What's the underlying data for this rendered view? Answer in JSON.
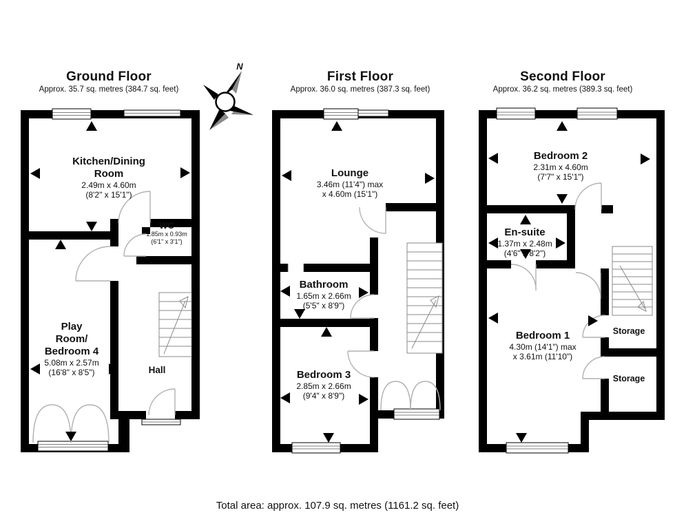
{
  "page": {
    "footer": "Total area: approx. 107.9 sq. metres (1161.2 sq. feet)"
  },
  "compass": {
    "north_label": "N"
  },
  "colors": {
    "wall": "#000000",
    "door_arc": "#b0b0b0",
    "text": "#111111",
    "background": "#ffffff"
  },
  "floors": [
    {
      "title": "Ground Floor",
      "subtitle": "Approx. 35.7 sq. metres (384.7 sq. feet)",
      "rooms": {
        "kitchen": {
          "name1": "Kitchen/Dining",
          "name2": "Room",
          "dim_metric": "2.49m x 4.60m",
          "dim_imperial": "(8'2\" x 15'1\")"
        },
        "wc": {
          "name": "WC",
          "dim_metric": "1.85m x 0.93m",
          "dim_imperial": "(6'1\" x 3'1\")"
        },
        "playroom": {
          "name1": "Play",
          "name2": "Room/",
          "name3": "Bedroom 4",
          "dim_metric": "5.08m x 2.57m",
          "dim_imperial": "(16'8\" x 8'5\")"
        },
        "hall": {
          "name": "Hall"
        }
      }
    },
    {
      "title": "First Floor",
      "subtitle": "Approx. 36.0 sq. metres (387.3 sq. feet)",
      "rooms": {
        "lounge": {
          "name": "Lounge",
          "dim_metric": "3.46m (11'4\") max",
          "dim_imperial": "x 4.60m (15'1\")"
        },
        "bathroom": {
          "name": "Bathroom",
          "dim_metric": "1.65m x 2.66m",
          "dim_imperial": "(5'5\" x 8'9\")"
        },
        "bedroom3": {
          "name": "Bedroom 3",
          "dim_metric": "2.85m x 2.66m",
          "dim_imperial": "(9'4\" x 8'9\")"
        }
      }
    },
    {
      "title": "Second Floor",
      "subtitle": "Approx. 36.2 sq. metres (389.3 sq. feet)",
      "rooms": {
        "bedroom2": {
          "name": "Bedroom 2",
          "dim_metric": "2.31m x 4.60m",
          "dim_imperial": "(7'7\" x 15'1\")"
        },
        "ensuite": {
          "name": "En-suite",
          "dim_metric": "1.37m x 2.48m",
          "dim_imperial": "(4'6\" x 8'2\")"
        },
        "bedroom1": {
          "name": "Bedroom 1",
          "dim_metric": "4.30m (14'1\") max",
          "dim_imperial": "x 3.61m (11'10\")"
        },
        "storage1": {
          "name": "Storage"
        },
        "storage2": {
          "name": "Storage"
        }
      }
    }
  ]
}
